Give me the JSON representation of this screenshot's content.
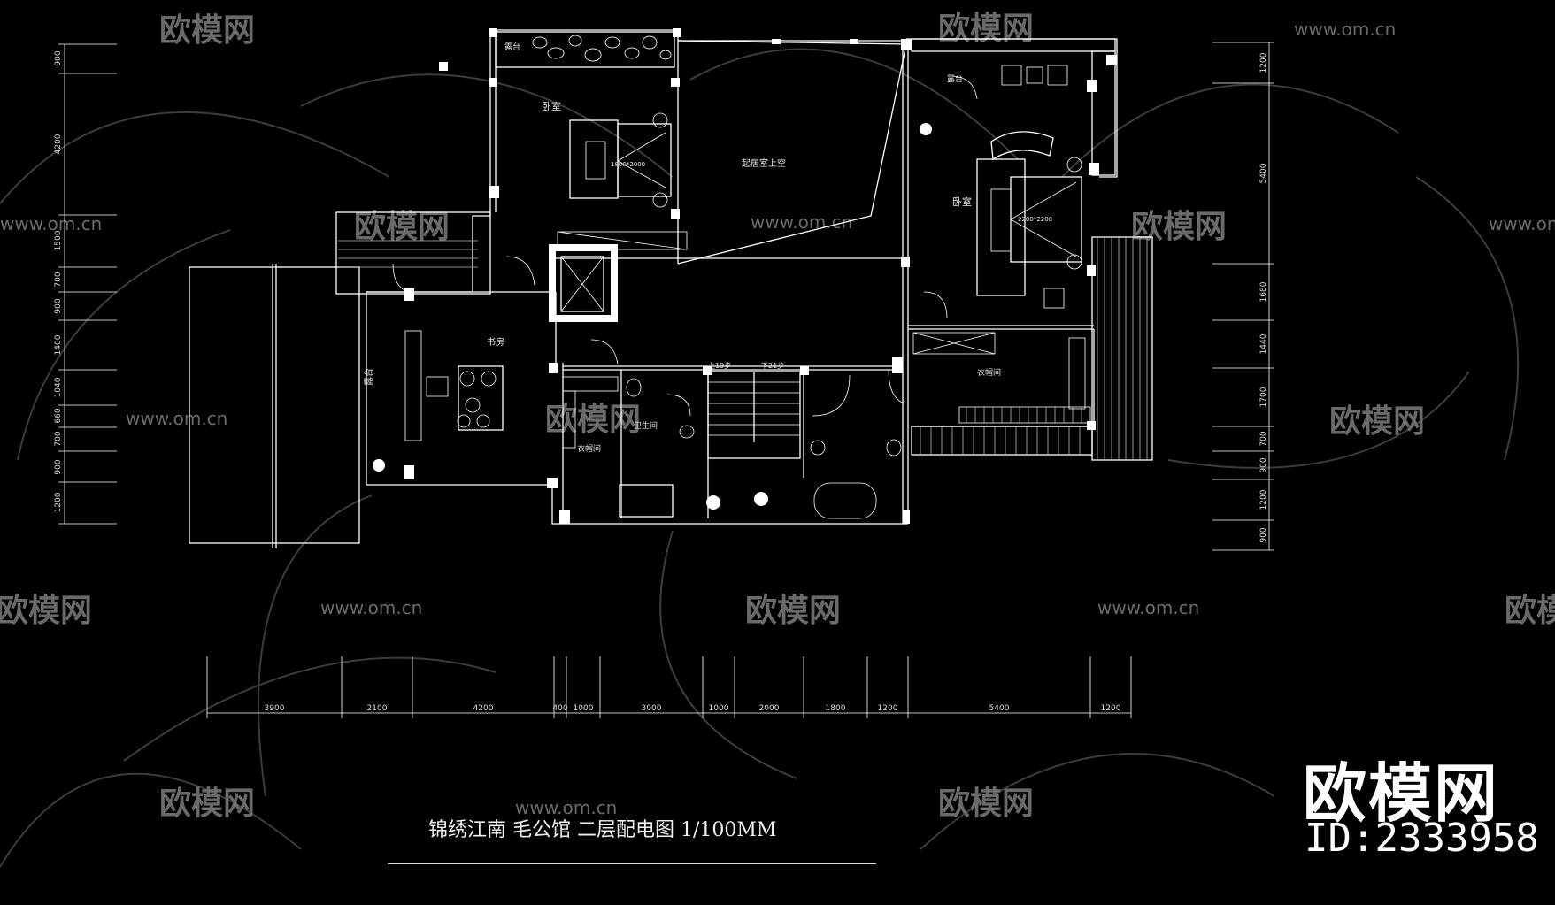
{
  "title": "锦绣江南 毛公馆 二层配电图 1/100MM",
  "brand": {
    "logo_text": "欧模网",
    "id_text": "ID:2333958",
    "site": "www.om.cn"
  },
  "rooms": {
    "bedroom_left": "卧室",
    "bedroom_right": "卧室",
    "living_void": "起居室上空",
    "study": "书房",
    "balcony_left": "露台",
    "balcony_top_left": "露台",
    "balcony_top_right": "露台",
    "closet_left": "衣帽间",
    "closet_right": "衣帽间",
    "bathroom": "卫生间",
    "bed_left_size": "1800*2000",
    "bed_right_size": "2200*2200",
    "stair_up": "上19步",
    "stair_down": "下21步"
  },
  "dims": {
    "bottom": [
      "3900",
      "2100",
      "4200",
      "400",
      "1000",
      "3000",
      "1000",
      "2000",
      "1800",
      "1200",
      "5400",
      "1200"
    ],
    "left": [
      "900",
      "4200",
      "1500",
      "700",
      "900",
      "1400",
      "1040",
      "660",
      "700",
      "900",
      "1200"
    ],
    "right": [
      "1200",
      "5400",
      "1680",
      "1440",
      "1700",
      "700",
      "900",
      "1200",
      "900"
    ]
  },
  "colors": {
    "background": "#000000",
    "lines": "#ffffff",
    "watermark": "#5a5a5a"
  }
}
